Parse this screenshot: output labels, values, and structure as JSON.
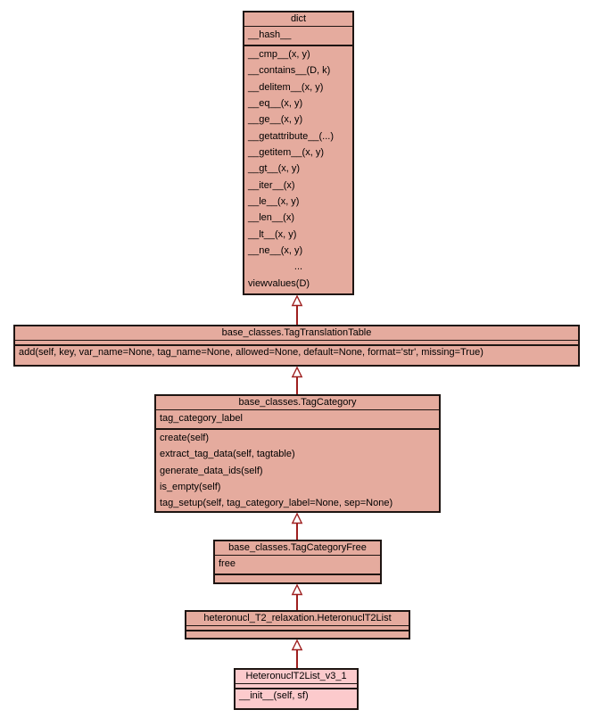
{
  "colors": {
    "boxFill": "#e5ab9e",
    "highlightFill": "#fccacc",
    "border": "#1e1512",
    "arrow": "#9e1f1f",
    "text": "#000000",
    "bg": "#ffffff"
  },
  "classes": {
    "dict": {
      "title": "dict",
      "attributes": [
        "__hash__"
      ],
      "methods": [
        "__cmp__(x, y)",
        "__contains__(D, k)",
        "__delitem__(x, y)",
        "__eq__(x, y)",
        "__ge__(x, y)",
        "__getattribute__(...)",
        "__getitem__(x, y)",
        "__gt__(x, y)",
        "__iter__(x)",
        "__le__(x, y)",
        "__len__(x)",
        "__lt__(x, y)",
        "__ne__(x, y)",
        "...",
        "viewvalues(D)"
      ]
    },
    "tagTranslationTable": {
      "title": "base_classes.TagTranslationTable",
      "attributes": [],
      "methods": [
        "add(self, key, var_name=None, tag_name=None, allowed=None, default=None, format='str', missing=True)"
      ]
    },
    "tagCategory": {
      "title": "base_classes.TagCategory",
      "attributes": [
        "tag_category_label"
      ],
      "methods": [
        "create(self)",
        "extract_tag_data(self, tagtable)",
        "generate_data_ids(self)",
        "is_empty(self)",
        "tag_setup(self, tag_category_label=None, sep=None)"
      ]
    },
    "tagCategoryFree": {
      "title": "base_classes.TagCategoryFree",
      "attributes": [
        "free"
      ],
      "methods": []
    },
    "heteronuclT2List": {
      "title": "heteronucl_T2_relaxation.HeteronuclT2List",
      "attributes": [],
      "methods": []
    },
    "heteronuclT2ListV31": {
      "title": "HeteronuclT2List_v3_1",
      "attributes": [],
      "methods": [
        "__init__(self, sf)"
      ]
    }
  },
  "inheritance": [
    {
      "child": "base_classes.TagTranslationTable",
      "parent": "dict"
    },
    {
      "child": "base_classes.TagCategory",
      "parent": "base_classes.TagTranslationTable"
    },
    {
      "child": "base_classes.TagCategoryFree",
      "parent": "base_classes.TagCategory"
    },
    {
      "child": "heteronucl_T2_relaxation.HeteronuclT2List",
      "parent": "base_classes.TagCategoryFree"
    },
    {
      "child": "HeteronuclT2List_v3_1",
      "parent": "heteronucl_T2_relaxation.HeteronuclT2List"
    }
  ]
}
